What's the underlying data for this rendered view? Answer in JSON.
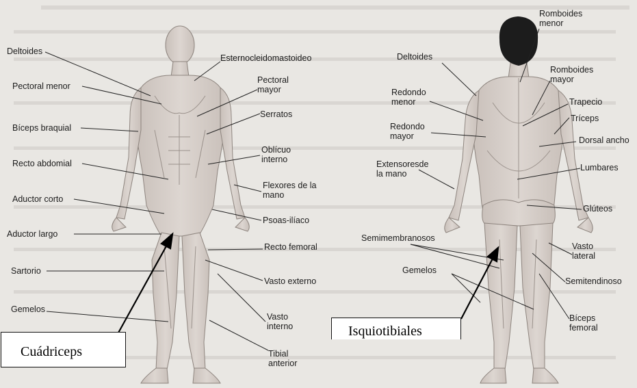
{
  "front_labels": [
    {
      "key": "deltoides_front",
      "text": "Deltoides"
    },
    {
      "key": "pectoral_menor",
      "text": "Pectoral menor"
    },
    {
      "key": "biceps_braquial",
      "text": "Bíceps braquial"
    },
    {
      "key": "recto_abdomial",
      "text": "Recto abdomial"
    },
    {
      "key": "aductor_corto",
      "text": "Aductor corto"
    },
    {
      "key": "aductor_largo",
      "text": "Aductor largo"
    },
    {
      "key": "sartorio",
      "text": "Sartorio"
    },
    {
      "key": "gemelos_front",
      "text": "Gemelos"
    },
    {
      "key": "esternocleidomastoideo",
      "text": "Esternocleidomastoideo"
    },
    {
      "key": "pectoral_mayor",
      "text": "Pectoral\nmayor"
    },
    {
      "key": "serratos",
      "text": "Serratos"
    },
    {
      "key": "oblicuo_interno",
      "text": "Oblícuo\ninterno"
    },
    {
      "key": "flexores_mano",
      "text": "Flexores de la\nmano"
    },
    {
      "key": "psoas_iliaco",
      "text": "Psoas-ilíaco"
    },
    {
      "key": "recto_femoral",
      "text": "Recto femoral"
    },
    {
      "key": "vasto_externo",
      "text": "Vasto externo"
    },
    {
      "key": "vasto_interno",
      "text": "Vasto\ninterno"
    },
    {
      "key": "tibial_anterior",
      "text": "Tibial\nanterior"
    }
  ],
  "back_labels": [
    {
      "key": "romboides_menor",
      "text": "Romboides\nmenor"
    },
    {
      "key": "deltoides_back",
      "text": "Deltoides"
    },
    {
      "key": "romboides_mayor",
      "text": "Romboides\nmayor"
    },
    {
      "key": "redondo_menor",
      "text": "Redondo\nmenor"
    },
    {
      "key": "trapecio",
      "text": "Trapecio"
    },
    {
      "key": "triceps",
      "text": "Tríceps"
    },
    {
      "key": "redondo_mayor",
      "text": "Redondo\nmayor"
    },
    {
      "key": "dorsal_ancho",
      "text": "Dorsal ancho"
    },
    {
      "key": "extensores_mano",
      "text": "Extensoresde\nla mano"
    },
    {
      "key": "lumbares",
      "text": "Lumbares"
    },
    {
      "key": "gluteos",
      "text": "Glúteos"
    },
    {
      "key": "semimembranosos",
      "text": "Semimembranosos"
    },
    {
      "key": "vasto_lateral",
      "text": "Vasto\nlateral"
    },
    {
      "key": "gemelos_back",
      "text": "Gemelos"
    },
    {
      "key": "semitendinoso",
      "text": "Semitendinoso"
    },
    {
      "key": "biceps_femoral",
      "text": "Bíceps\nfemoral"
    }
  ],
  "callouts": {
    "cuadriceps": "Cuádriceps",
    "isquiotibiales": "Isquiotibiales"
  },
  "colors": {
    "background": "#e9e7e3",
    "muscle": "#d2cbc6",
    "muscle_shade": "#bdb4ae",
    "hair": "#1c1c1c",
    "line": "#222222"
  }
}
